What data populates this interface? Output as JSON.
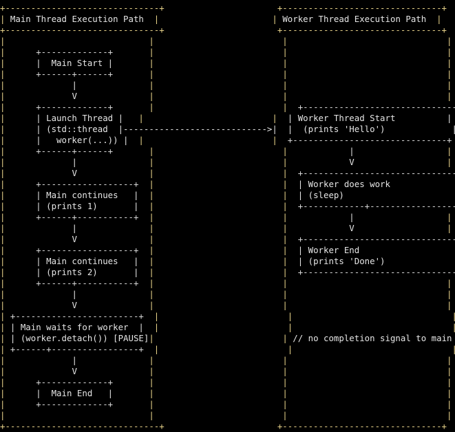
{
  "colors": {
    "background": "#000000",
    "border": "#e8d38a",
    "text": "#e6e6e6",
    "box": "#d8d8d8"
  },
  "lanes": {
    "main_title": "Main Thread Execution Path",
    "worker_title": "Worker Thread Execution Path"
  },
  "main_nodes": [
    {
      "id": "main-start",
      "lines": [
        "Main Start"
      ]
    },
    {
      "id": "launch-thread",
      "lines": [
        "Launch Thread",
        "(std::thread",
        "  worker(...))"
      ]
    },
    {
      "id": "main-continues-1",
      "lines": [
        "Main continues",
        "(prints 1)"
      ]
    },
    {
      "id": "main-continues-2",
      "lines": [
        "Main continues",
        "(prints 2)"
      ]
    },
    {
      "id": "main-waits",
      "lines": [
        "Main waits for worker",
        "(worker.detach()) [PAUSE]"
      ]
    },
    {
      "id": "main-end",
      "lines": [
        "Main End"
      ]
    }
  ],
  "worker_nodes": [
    {
      "id": "worker-start",
      "lines": [
        "Worker Thread Start",
        " (prints 'Hello')"
      ]
    },
    {
      "id": "worker-work",
      "lines": [
        "Worker does work",
        "(sleep)"
      ]
    },
    {
      "id": "worker-end",
      "lines": [
        "Worker End",
        "(prints 'Done')"
      ]
    }
  ],
  "note": "// no completion signal to main",
  "diagram_lines": [
    [
      [
        "+------------------------------+",
        "b"
      ],
      [
        "                      ",
        "b"
      ],
      [
        "+-------------------------------+",
        "b"
      ]
    ],
    [
      [
        "| ",
        "b"
      ],
      [
        "Main Thread Execution Path",
        "t"
      ],
      [
        "  |",
        "b"
      ],
      [
        "                      ",
        "b"
      ],
      [
        "| ",
        "b"
      ],
      [
        "Worker Thread Execution Path",
        "t"
      ],
      [
        "  |",
        "b"
      ]
    ],
    [
      [
        "+------------------------------+",
        "b"
      ],
      [
        "                      ",
        "b"
      ],
      [
        "+-------------------------------+",
        "b"
      ]
    ],
    [
      [
        "|                            |",
        "b"
      ],
      [
        "                         ",
        "b"
      ],
      [
        "|                               |",
        "b"
      ]
    ],
    [
      [
        "|      ",
        "b"
      ],
      [
        "+-------------+",
        "x"
      ],
      [
        "       |",
        "b"
      ],
      [
        "                         ",
        "b"
      ],
      [
        "|                               |",
        "b"
      ]
    ],
    [
      [
        "|      ",
        "b"
      ],
      [
        "|  Main Start |",
        "t"
      ],
      [
        "       |",
        "b"
      ],
      [
        "                         ",
        "b"
      ],
      [
        "|                               |",
        "b"
      ]
    ],
    [
      [
        "|      ",
        "b"
      ],
      [
        "+------+------+",
        "x"
      ],
      [
        "       |",
        "b"
      ],
      [
        "                         ",
        "b"
      ],
      [
        "|                               |",
        "b"
      ]
    ],
    [
      [
        "|             ",
        "b"
      ],
      [
        "|",
        "t"
      ],
      [
        "              |",
        "b"
      ],
      [
        "                         ",
        "b"
      ],
      [
        "|                               |",
        "b"
      ]
    ],
    [
      [
        "|             ",
        "b"
      ],
      [
        "V",
        "t"
      ],
      [
        "              |",
        "b"
      ],
      [
        "                         ",
        "b"
      ],
      [
        "|                               |",
        "b"
      ]
    ],
    [
      [
        "|      ",
        "b"
      ],
      [
        "+-------------+",
        "x"
      ],
      [
        "       |",
        "b"
      ],
      [
        "                         ",
        "b"
      ],
      [
        "|  ",
        "b"
      ],
      [
        "+------------------------------+",
        "x"
      ]
    ],
    [
      [
        "|      ",
        "b"
      ],
      [
        "| Launch Thread |",
        "t"
      ],
      [
        "   |",
        "b"
      ],
      [
        "                         ",
        "b"
      ],
      [
        "|  ",
        "b"
      ],
      [
        "| Worker Thread Start          |",
        "t"
      ]
    ],
    [
      [
        "|      ",
        "b"
      ],
      [
        "| (std::thread  |",
        "t"
      ],
      [
        "---------------------------->|",
        "t"
      ],
      [
        "  ",
        "b"
      ],
      [
        "|  (prints 'Hello')             |",
        "t"
      ]
    ],
    [
      [
        "|      ",
        "b"
      ],
      [
        "|   worker(...)) |",
        "t"
      ],
      [
        "  |",
        "b"
      ],
      [
        "                         ",
        "b"
      ],
      [
        "|  ",
        "b"
      ],
      [
        "+------------------------------+",
        "x"
      ]
    ],
    [
      [
        "|      ",
        "b"
      ],
      [
        "+------+------+",
        "x"
      ],
      [
        "       |",
        "b"
      ],
      [
        "                         ",
        "b"
      ],
      [
        "|            ",
        "b"
      ],
      [
        "|",
        "t"
      ],
      [
        "                  |",
        "b"
      ]
    ],
    [
      [
        "|             ",
        "b"
      ],
      [
        "|",
        "t"
      ],
      [
        "              |",
        "b"
      ],
      [
        "                         ",
        "b"
      ],
      [
        "|            ",
        "b"
      ],
      [
        "V",
        "t"
      ],
      [
        "                  |",
        "b"
      ]
    ],
    [
      [
        "|             ",
        "b"
      ],
      [
        "V",
        "t"
      ],
      [
        "              |",
        "b"
      ],
      [
        "                         ",
        "b"
      ],
      [
        "|  ",
        "b"
      ],
      [
        "+------------------------------+",
        "x"
      ]
    ],
    [
      [
        "|      ",
        "b"
      ],
      [
        "+------------------+",
        "x"
      ],
      [
        "  |",
        "b"
      ],
      [
        "                         ",
        "b"
      ],
      [
        "|  ",
        "b"
      ],
      [
        "| Worker does work             |",
        "t"
      ]
    ],
    [
      [
        "|      ",
        "b"
      ],
      [
        "| Main continues   |",
        "t"
      ],
      [
        "  |",
        "b"
      ],
      [
        "                         ",
        "b"
      ],
      [
        "|  ",
        "b"
      ],
      [
        "| (sleep)                      |",
        "t"
      ]
    ],
    [
      [
        "|      ",
        "b"
      ],
      [
        "| (prints 1)       |",
        "t"
      ],
      [
        "  |",
        "b"
      ],
      [
        "                         ",
        "b"
      ],
      [
        "|  ",
        "b"
      ],
      [
        "+------------+-----------------+",
        "x"
      ]
    ],
    [
      [
        "|      ",
        "b"
      ],
      [
        "+------+-----------+",
        "x"
      ],
      [
        "  |",
        "b"
      ],
      [
        "                         ",
        "b"
      ],
      [
        "|            ",
        "b"
      ],
      [
        "|",
        "t"
      ],
      [
        "                  |",
        "b"
      ]
    ],
    [
      [
        "|             ",
        "b"
      ],
      [
        "|",
        "t"
      ],
      [
        "              |",
        "b"
      ],
      [
        "                         ",
        "b"
      ],
      [
        "|            ",
        "b"
      ],
      [
        "V",
        "t"
      ],
      [
        "                  |",
        "b"
      ]
    ],
    [
      [
        "|             ",
        "b"
      ],
      [
        "V",
        "t"
      ],
      [
        "              |",
        "b"
      ],
      [
        "                         ",
        "b"
      ],
      [
        "|  ",
        "b"
      ],
      [
        "+------------------------------+",
        "x"
      ]
    ],
    [
      [
        "|      ",
        "b"
      ],
      [
        "+------------------+",
        "x"
      ],
      [
        "  |",
        "b"
      ],
      [
        "                         ",
        "b"
      ],
      [
        "|  ",
        "b"
      ],
      [
        "| Worker End                   |",
        "t"
      ]
    ],
    [
      [
        "|      ",
        "b"
      ],
      [
        "| Main continues   |",
        "t"
      ],
      [
        "  |",
        "b"
      ],
      [
        "                         ",
        "b"
      ],
      [
        "|  ",
        "b"
      ],
      [
        "| (prints 'Done')              |",
        "t"
      ]
    ],
    [
      [
        "|      ",
        "b"
      ],
      [
        "| (prints 2)       |",
        "t"
      ],
      [
        "  |",
        "b"
      ],
      [
        "                         ",
        "b"
      ],
      [
        "|  ",
        "b"
      ],
      [
        "+------------------------------+",
        "x"
      ]
    ],
    [
      [
        "|      ",
        "b"
      ],
      [
        "+------+-----------+",
        "x"
      ],
      [
        "  |",
        "b"
      ],
      [
        "                         ",
        "b"
      ],
      [
        "|                               |",
        "b"
      ]
    ],
    [
      [
        "|             ",
        "b"
      ],
      [
        "|",
        "t"
      ],
      [
        "              |",
        "b"
      ],
      [
        "                         ",
        "b"
      ],
      [
        "|                               |",
        "b"
      ]
    ],
    [
      [
        "|             ",
        "b"
      ],
      [
        "V",
        "t"
      ],
      [
        "              |",
        "b"
      ],
      [
        "                         ",
        "b"
      ],
      [
        "|                               |",
        "b"
      ]
    ],
    [
      [
        "| ",
        "b"
      ],
      [
        "+------------------------+",
        "x"
      ],
      [
        "  |",
        "b"
      ],
      [
        "                         ",
        "b"
      ],
      [
        "|                               |",
        "b"
      ]
    ],
    [
      [
        "| ",
        "b"
      ],
      [
        "| Main waits for worker  |",
        "t"
      ],
      [
        "  |",
        "b"
      ],
      [
        "                         ",
        "b"
      ],
      [
        "|                               |",
        "b"
      ]
    ],
    [
      [
        "| ",
        "b"
      ],
      [
        "| (worker.detach()) [PAUSE]",
        "t"
      ],
      [
        "|",
        "b"
      ],
      [
        "                         ",
        "b"
      ],
      [
        "| ",
        "b"
      ],
      [
        "// no completion signal to main",
        "t"
      ],
      [
        "  |",
        "b"
      ]
    ],
    [
      [
        "| ",
        "b"
      ],
      [
        "+------+-----------------+",
        "x"
      ],
      [
        "  |",
        "b"
      ],
      [
        "                         ",
        "b"
      ],
      [
        "|                               |",
        "b"
      ]
    ],
    [
      [
        "|             ",
        "b"
      ],
      [
        "|",
        "t"
      ],
      [
        "              |",
        "b"
      ],
      [
        "                         ",
        "b"
      ],
      [
        "|                               |",
        "b"
      ]
    ],
    [
      [
        "|             ",
        "b"
      ],
      [
        "V",
        "t"
      ],
      [
        "              |",
        "b"
      ],
      [
        "                         ",
        "b"
      ],
      [
        "|                               |",
        "b"
      ]
    ],
    [
      [
        "|      ",
        "b"
      ],
      [
        "+-------------+",
        "x"
      ],
      [
        "       |",
        "b"
      ],
      [
        "                         ",
        "b"
      ],
      [
        "|                               |",
        "b"
      ]
    ],
    [
      [
        "|      ",
        "b"
      ],
      [
        "|  Main End   |",
        "t"
      ],
      [
        "       |",
        "b"
      ],
      [
        "                         ",
        "b"
      ],
      [
        "|                               |",
        "b"
      ]
    ],
    [
      [
        "|      ",
        "b"
      ],
      [
        "+-------------+",
        "x"
      ],
      [
        "       |",
        "b"
      ],
      [
        "                         ",
        "b"
      ],
      [
        "|                               |",
        "b"
      ]
    ],
    [
      [
        "|                            |",
        "b"
      ],
      [
        "                         ",
        "b"
      ],
      [
        "|                               |",
        "b"
      ]
    ],
    [
      [
        "+------------------------------+",
        "b"
      ],
      [
        "                      ",
        "b"
      ],
      [
        "+-------------------------------+",
        "b"
      ]
    ]
  ]
}
